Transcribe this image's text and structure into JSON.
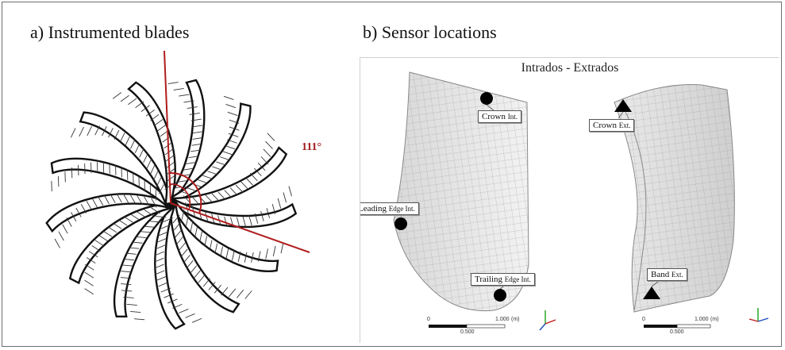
{
  "panel_a": {
    "title": "a) Instrumented blades",
    "angle_label": "111°",
    "blade_count": 13,
    "accent_color": "#b01c1c"
  },
  "panel_b": {
    "title": "b) Sensor locations",
    "view_title": "Intrados - Extrados",
    "sensors": [
      {
        "main": "Crown",
        "small": "Int.",
        "marker": "circle"
      },
      {
        "main": "Leading",
        "small": "Edge Int.",
        "marker": "circle"
      },
      {
        "main": "Trailing",
        "small": "Edge Int.",
        "marker": "circle"
      },
      {
        "main": "Crown",
        "small": "Ext.",
        "marker": "triangle"
      },
      {
        "main": "Band",
        "small": "Ext.",
        "marker": "triangle"
      }
    ],
    "scale_bars": [
      {
        "start": "0",
        "mid": "0.500",
        "end": "1.000",
        "unit": "(m)"
      },
      {
        "start": "0",
        "mid": "0.500",
        "end": "1.000",
        "unit": "(m)"
      }
    ]
  }
}
